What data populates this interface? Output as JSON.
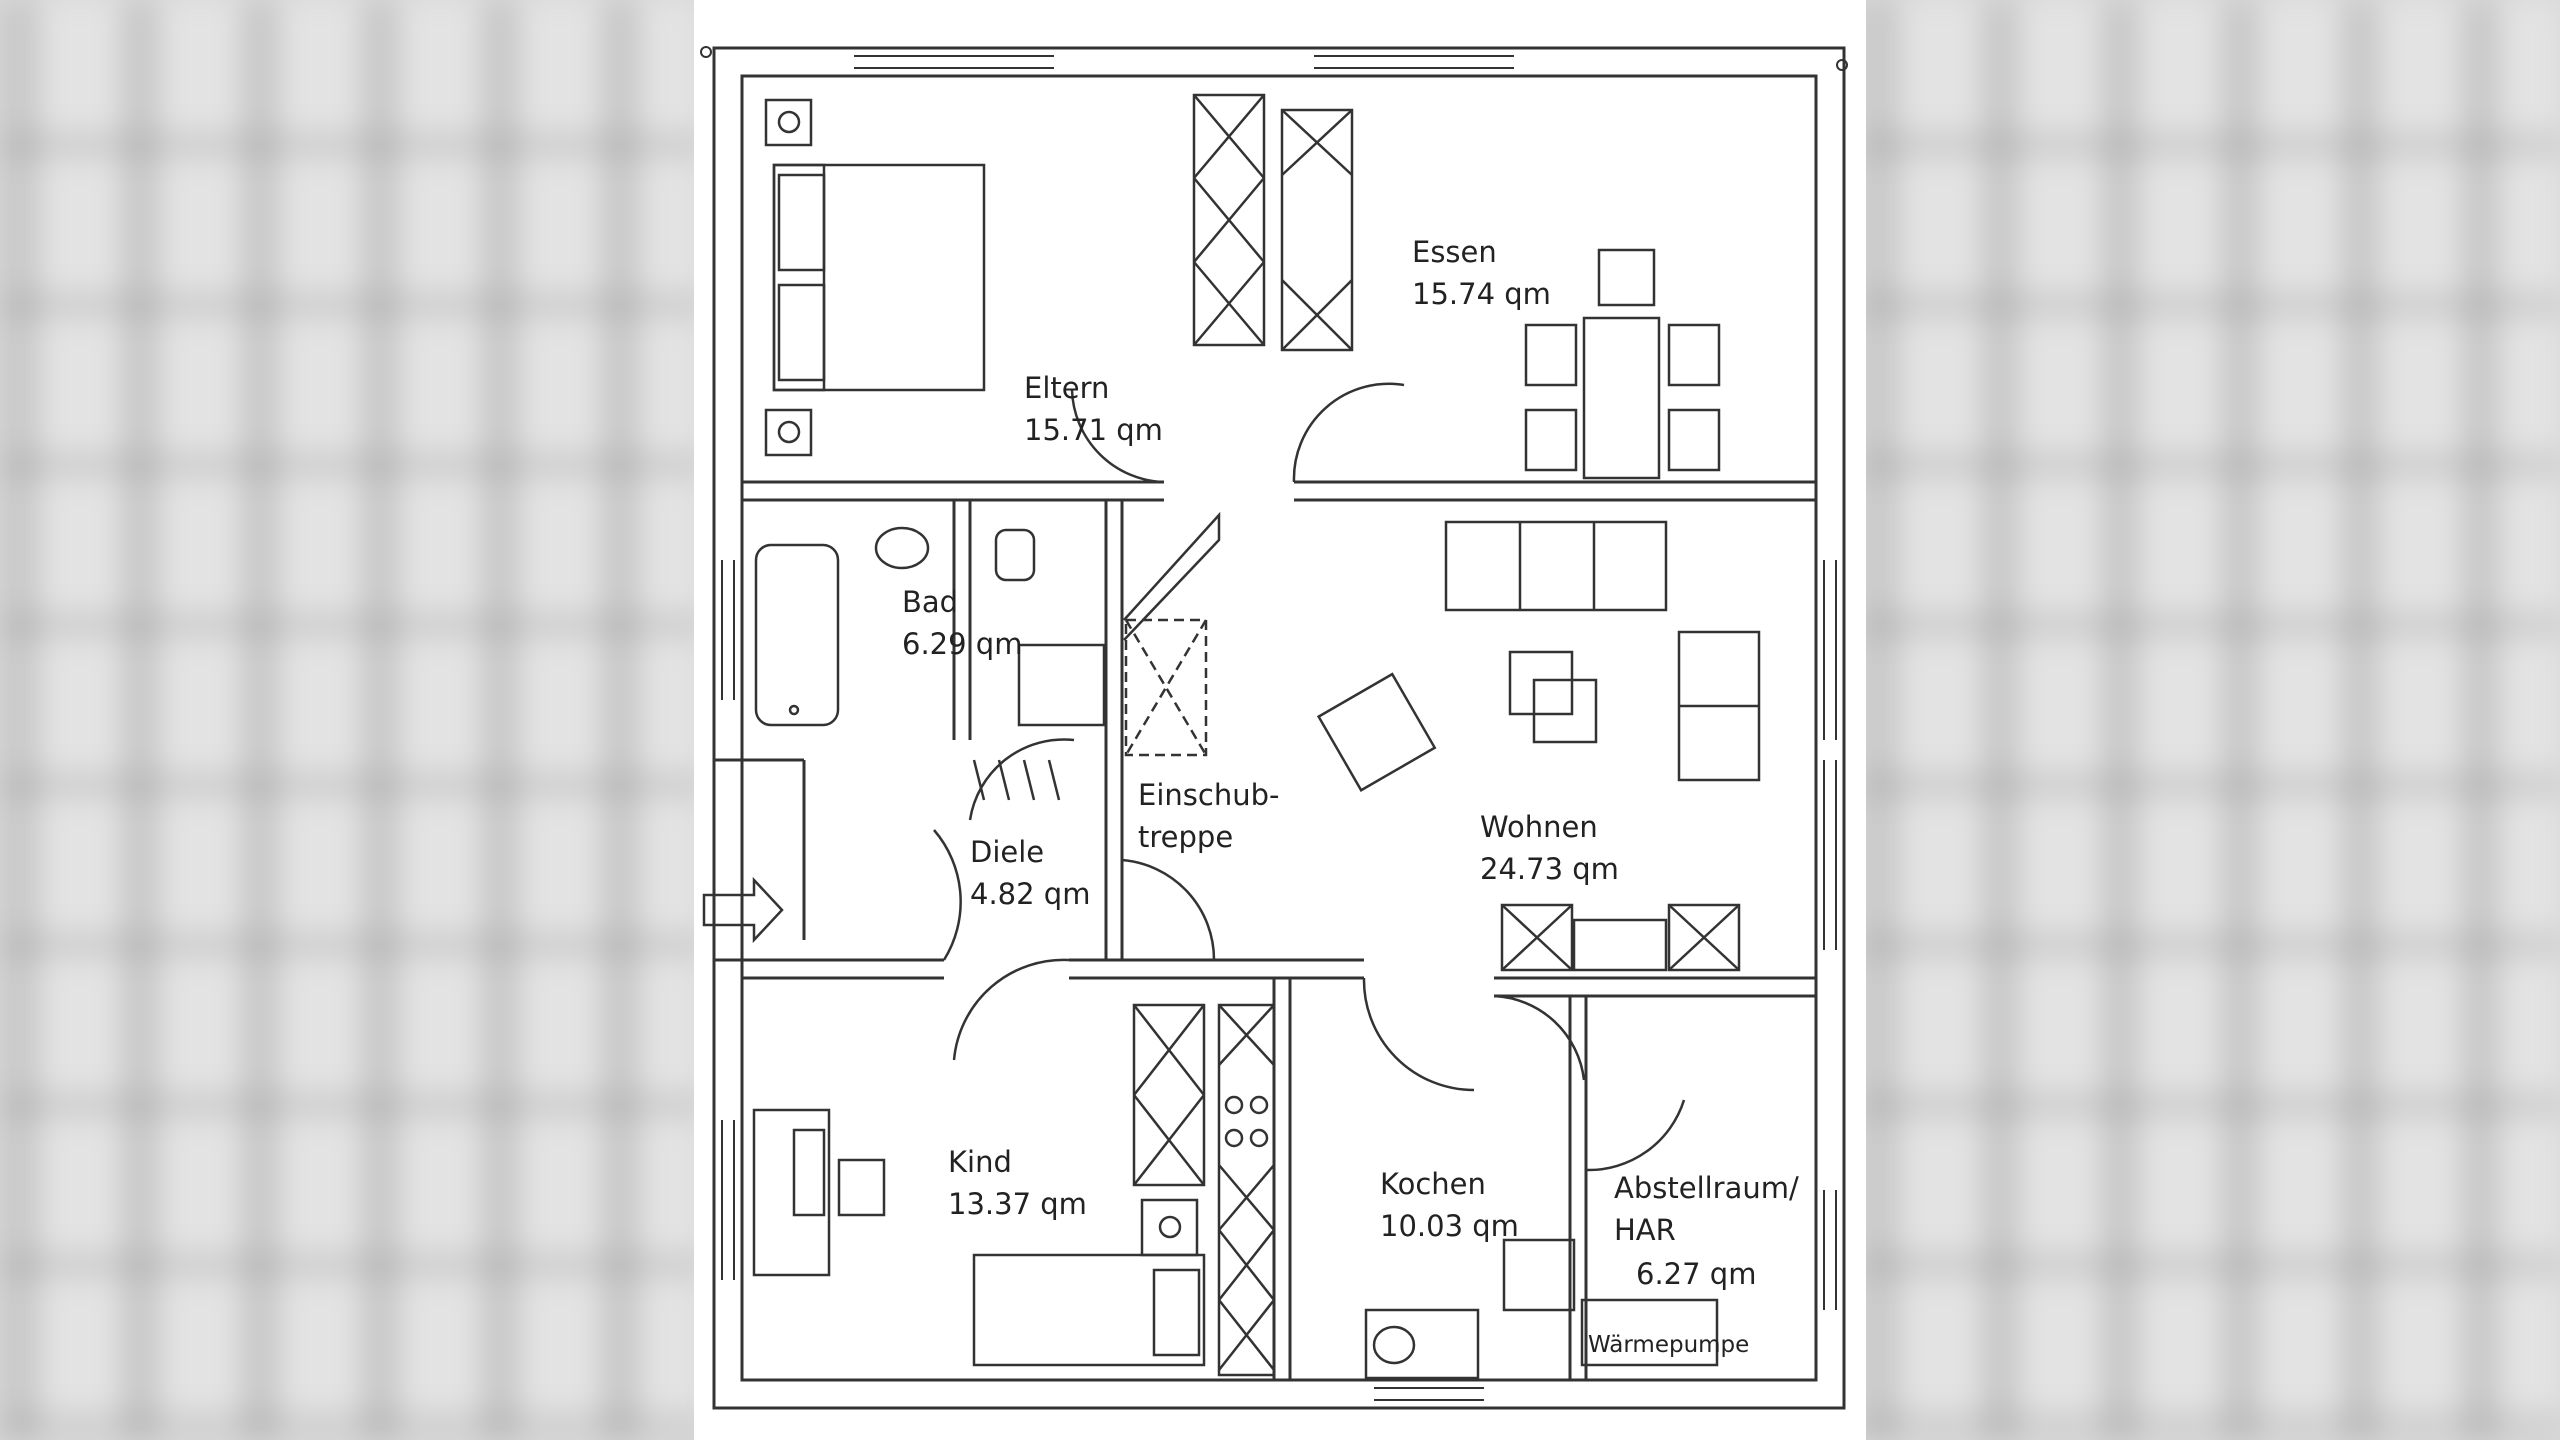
{
  "rooms": {
    "eltern": {
      "name": "Eltern",
      "area": "15.71 qm"
    },
    "essen": {
      "name": "Essen",
      "area": "15.74 qm"
    },
    "bad": {
      "name": "Bad",
      "area": "6.29 qm"
    },
    "einschub": {
      "line1": "Einschub-",
      "line2": "treppe"
    },
    "diele": {
      "name": "Diele",
      "area": "4.82 qm"
    },
    "wohnen": {
      "name": "Wohnen",
      "area": "24.73 qm"
    },
    "kind": {
      "name": "Kind",
      "area": "13.37 qm"
    },
    "kochen": {
      "name": "Kochen",
      "area": "10.03 qm"
    },
    "abstell": {
      "line1": "Abstellraum/",
      "line2": "HAR",
      "area": "6.27 qm"
    }
  },
  "equipment": {
    "waermepumpe": "Wärmepumpe"
  }
}
